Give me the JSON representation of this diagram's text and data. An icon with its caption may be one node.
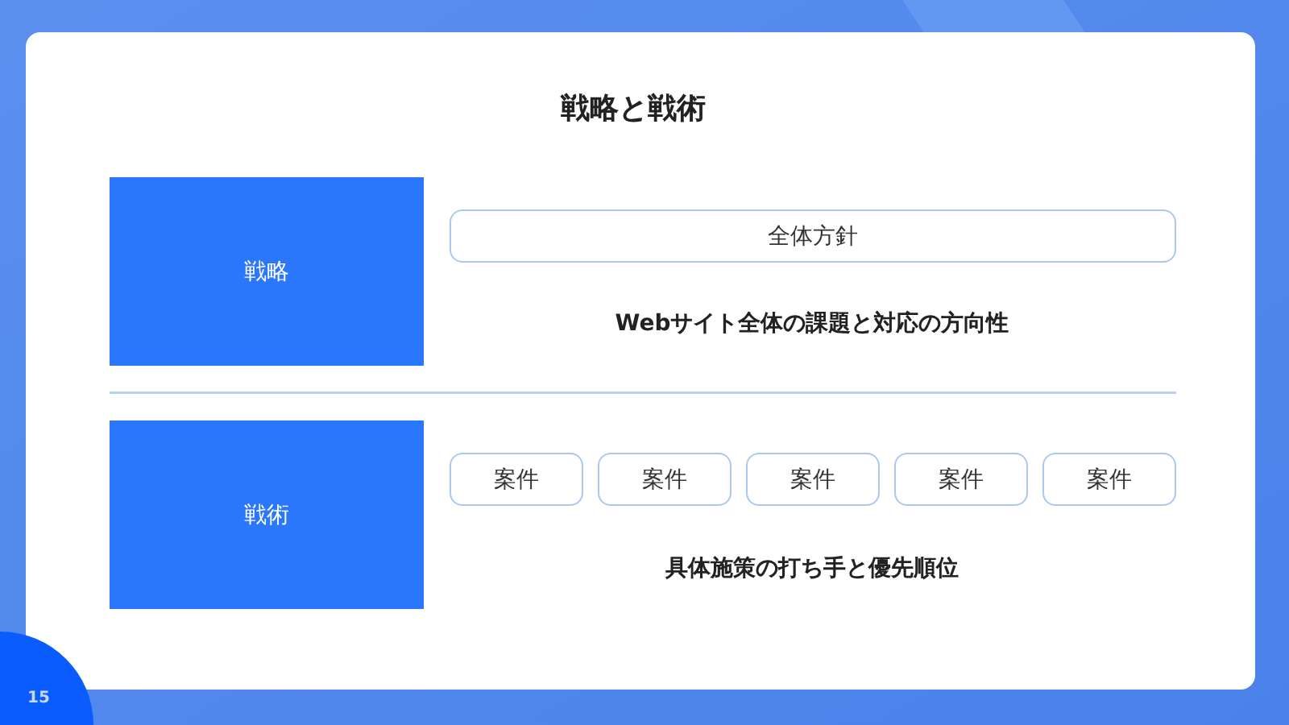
{
  "diagram": {
    "title": "戦略と戦術",
    "nodes": [
      {
        "text": [
          "戦略"
        ]
      },
      {
        "text": [
          "全体方針"
        ]
      },
      {
        "text": [
          "戦術"
        ]
      },
      {
        "text": [
          "案件"
        ]
      },
      {
        "text": [
          "案件"
        ]
      },
      {
        "text": [
          "案件"
        ]
      },
      {
        "text": [
          "案件"
        ]
      },
      {
        "text": [
          "案件"
        ]
      }
    ],
    "labels": [
      "Webサイト全体の課題と対応の方向性",
      "具体施策の打ち手と優先順位",
      "15"
    ]
  }
}
